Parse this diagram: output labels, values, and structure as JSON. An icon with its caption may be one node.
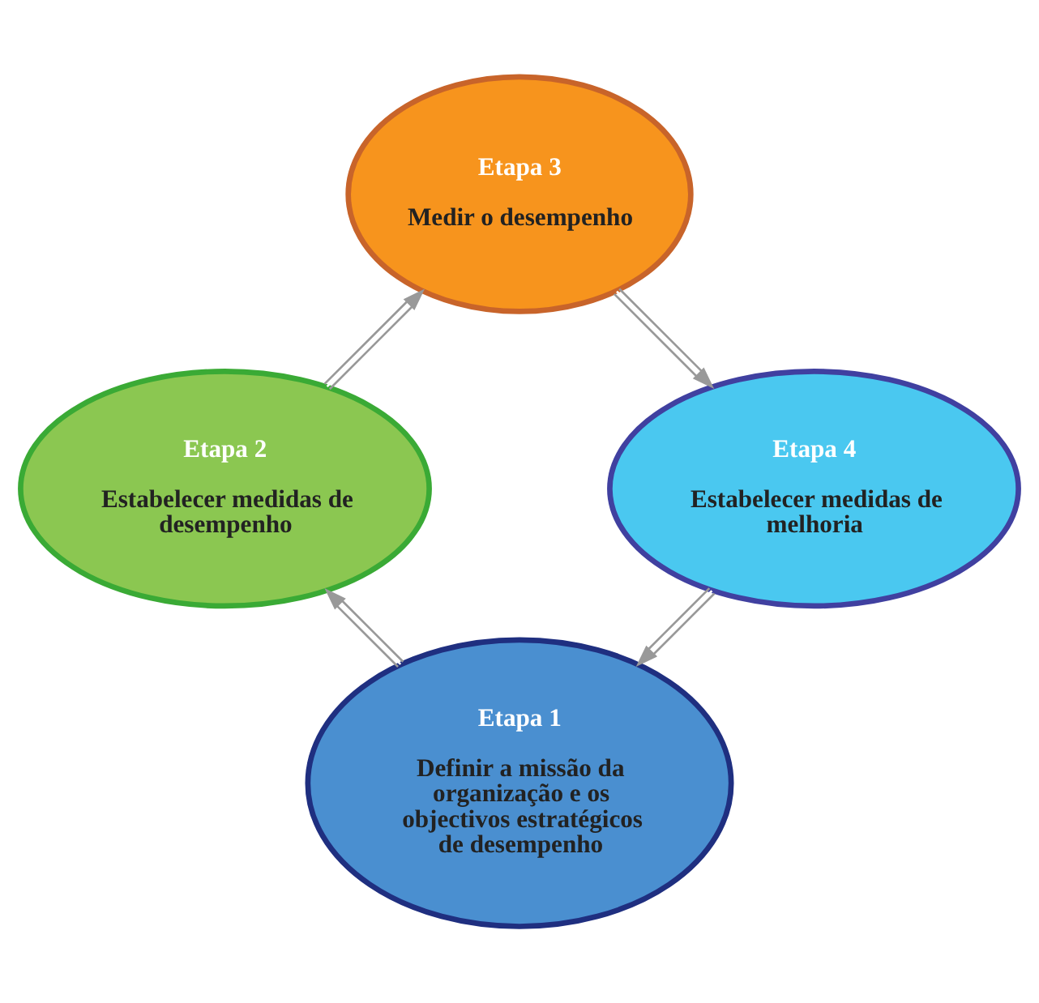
{
  "diagram": {
    "nodes": [
      {
        "text": [
          "Etapa 1",
          "Definir a missão da organização e os objectivos estratégicos de desempenho"
        ]
      },
      {
        "text": [
          "Etapa 2",
          "Estabelecer medidas de desempenho"
        ]
      },
      {
        "text": [
          "Etapa 3",
          "Medir o desempenho"
        ]
      },
      {
        "text": [
          "Etapa 4",
          "Estabelecer medidas de melhoria"
        ]
      }
    ],
    "edges": [
      {
        "from": 0,
        "to": 1,
        "arrow": "to"
      },
      {
        "from": 1,
        "to": 2,
        "arrow": "to"
      },
      {
        "from": 2,
        "to": 3,
        "arrow": "to"
      },
      {
        "from": 3,
        "to": 0,
        "arrow": "to"
      }
    ]
  }
}
